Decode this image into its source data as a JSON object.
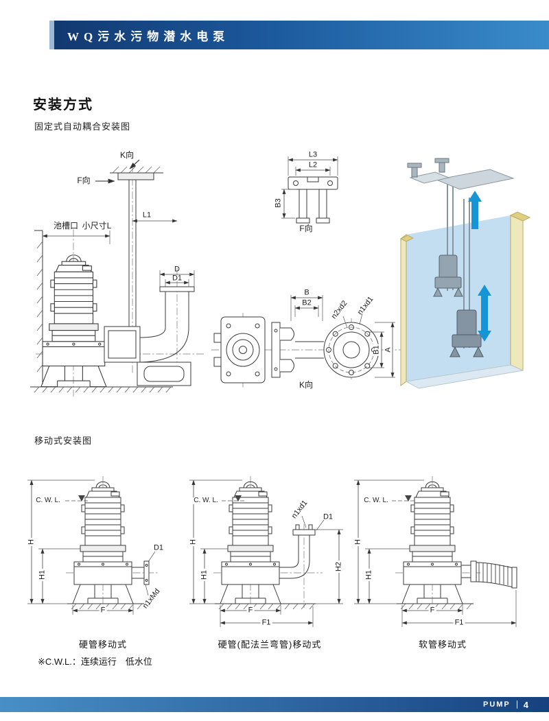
{
  "header": {
    "title": "WQ污水污物潜水电泵"
  },
  "page": {
    "section_title": "安装方式",
    "fixed": {
      "subtitle": "固定式自动耦合安装图",
      "side_view": {
        "k_dir": "K向",
        "f_dir": "F向",
        "l1": "L1",
        "tank_opening": "池槽口",
        "min_dim": "小尺寸L",
        "d": "D",
        "d1": "D1"
      },
      "top_view": {
        "l3": "L3",
        "l2": "L2",
        "b3": "B3",
        "f_dir": "F向"
      },
      "flange_view": {
        "b": "B",
        "b2": "B2",
        "n2xd2": "n2xd2",
        "n1xd1": "n1xd1",
        "b1": "B1",
        "a": "A",
        "k_dir": "K向"
      }
    },
    "mobile": {
      "subtitle": "移动式安装图",
      "pump1": {
        "cwl": "C. W. L.",
        "h": "H",
        "h1": "H1",
        "d1": "D1",
        "f": "F",
        "n1xmd": "n1xMd",
        "caption": "硬管移动式"
      },
      "pump2": {
        "cwl": "C. W. L.",
        "h": "H",
        "h1": "H1",
        "n1xd1": "n1xd1",
        "d1": "D1",
        "h2": "H2",
        "f": "F",
        "f1": "F1",
        "caption": "硬管(配法兰弯管)移动式"
      },
      "pump3": {
        "cwl": "C. W. L.",
        "h": "H",
        "h1": "H1",
        "f": "F",
        "f1": "F1",
        "caption": "软管移动式"
      },
      "note": "※C.W.L.：连续运行　低水位"
    }
  },
  "footer": {
    "brand": "PUMP",
    "page_number": "4"
  },
  "colors": {
    "header_blue_dark": "#12386f",
    "header_blue_light": "#3a8ccb",
    "arrow_blue": "#1695d6",
    "tank_wall_cream": "#efe8bb",
    "water_blue": "#c3def0"
  }
}
